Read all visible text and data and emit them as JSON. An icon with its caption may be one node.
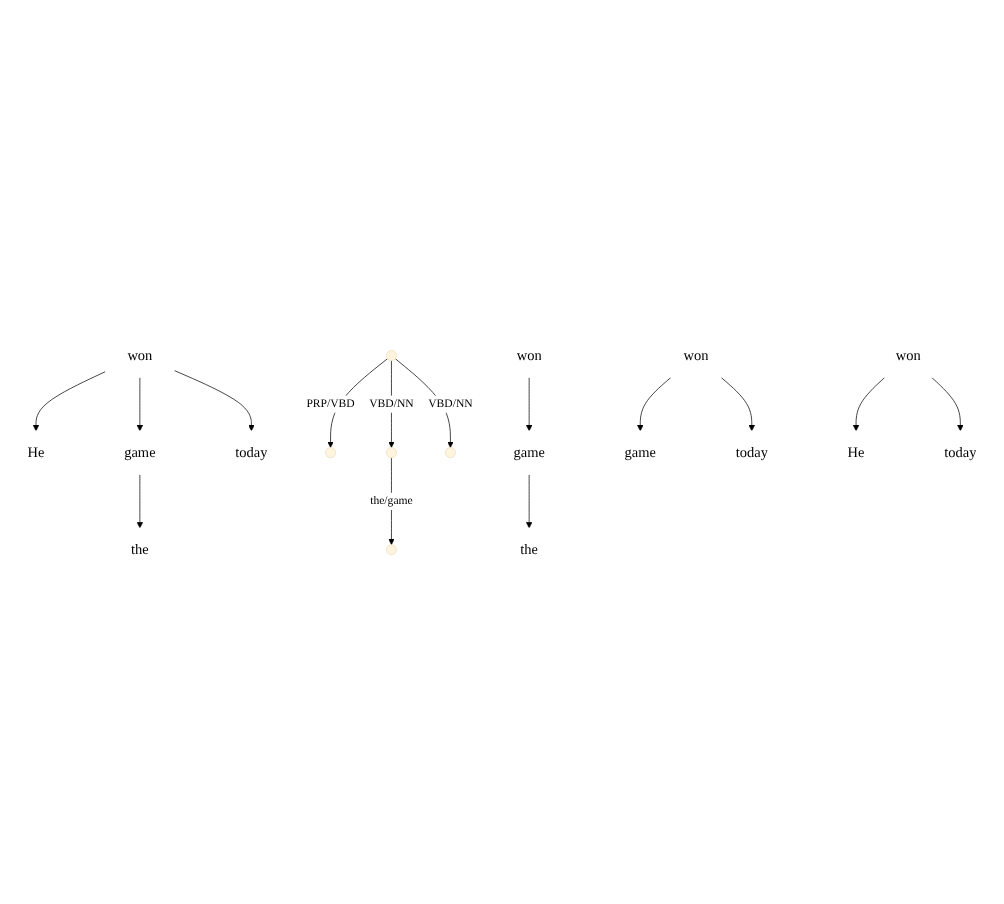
{
  "diagram": {
    "nodes": [
      {
        "text": [
          "won"
        ]
      },
      {
        "text": [
          "He"
        ]
      },
      {
        "text": [
          "game"
        ]
      },
      {
        "text": [
          "today"
        ]
      },
      {
        "text": [
          "the"
        ]
      },
      {
        "text": [],
        "shape": "point"
      },
      {
        "text": [],
        "shape": "point"
      },
      {
        "text": [],
        "shape": "point"
      },
      {
        "text": [],
        "shape": "point"
      },
      {
        "text": [],
        "shape": "point"
      },
      {
        "text": [
          "won"
        ]
      },
      {
        "text": [
          "game"
        ]
      },
      {
        "text": [
          "the"
        ]
      },
      {
        "text": [
          "won"
        ]
      },
      {
        "text": [
          "game"
        ]
      },
      {
        "text": [
          "today"
        ]
      },
      {
        "text": [
          "won"
        ]
      },
      {
        "text": [
          "He"
        ]
      },
      {
        "text": [
          "today"
        ]
      }
    ],
    "edges": [
      {
        "from": 0,
        "to": 1,
        "arrow": "to"
      },
      {
        "from": 0,
        "to": 2,
        "arrow": "to"
      },
      {
        "from": 0,
        "to": 3,
        "arrow": "to"
      },
      {
        "from": 2,
        "to": 4,
        "arrow": "to"
      },
      {
        "from": 5,
        "to": 6,
        "arrow": "to",
        "label": "PRP/VBD"
      },
      {
        "from": 5,
        "to": 7,
        "arrow": "to",
        "label": "VBD/NN"
      },
      {
        "from": 5,
        "to": 8,
        "arrow": "to",
        "label": "VBD/NN"
      },
      {
        "from": 7,
        "to": 9,
        "arrow": "to",
        "label": "the/game"
      },
      {
        "from": 10,
        "to": 11,
        "arrow": "to"
      },
      {
        "from": 11,
        "to": 12,
        "arrow": "to"
      },
      {
        "from": 13,
        "to": 14,
        "arrow": "to"
      },
      {
        "from": 13,
        "to": 15,
        "arrow": "to"
      },
      {
        "from": 16,
        "to": 17,
        "arrow": "to"
      },
      {
        "from": 16,
        "to": 18,
        "arrow": "to"
      }
    ]
  }
}
